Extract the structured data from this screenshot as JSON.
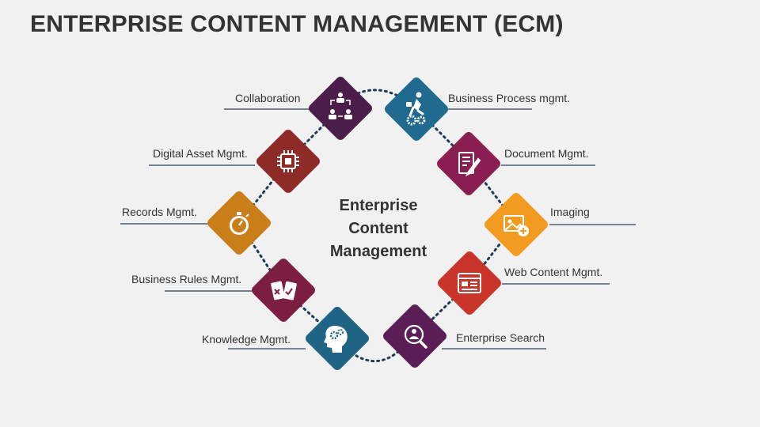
{
  "title": "ENTERPRISE CONTENT MANAGEMENT (ECM)",
  "center": {
    "line1": "Enterprise",
    "line2": "Content",
    "line3": "Management"
  },
  "items": [
    {
      "label": "Collaboration",
      "color": "#4b1d4a",
      "icon": "people-exchange-icon"
    },
    {
      "label": "Business Process mgmt.",
      "color": "#1f6a8e",
      "icon": "person-gears-icon"
    },
    {
      "label": "Digital Asset Mgmt.",
      "color": "#8e2a27",
      "icon": "chip-icon"
    },
    {
      "label": "Document Mgmt.",
      "color": "#8a1d52",
      "icon": "document-pen-icon"
    },
    {
      "label": "Records Mgmt.",
      "color": "#c97e1a",
      "icon": "stopwatch-icon"
    },
    {
      "label": "Imaging",
      "color": "#f19b21",
      "icon": "image-add-icon"
    },
    {
      "label": "Business Rules Mgmt.",
      "color": "#7c1d42",
      "icon": "rules-cards-icon"
    },
    {
      "label": "Web Content Mgmt.",
      "color": "#c9352b",
      "icon": "browser-window-icon"
    },
    {
      "label": "Knowledge Mgmt.",
      "color": "#1f6485",
      "icon": "head-gears-icon"
    },
    {
      "label": "Enterprise Search",
      "color": "#5c1e57",
      "icon": "magnifier-person-icon"
    }
  ]
}
